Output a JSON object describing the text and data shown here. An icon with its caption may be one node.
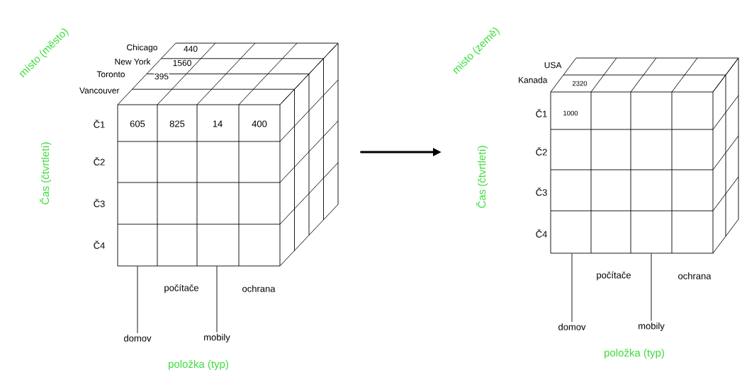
{
  "diagram": {
    "nodes": [
      {
        "text": [
          "místo (město)",
          "Chicago",
          "New York",
          "Toronto",
          "Vancouver",
          "Čas (čtvrtletí)",
          "Č1",
          "Č2",
          "Č3",
          "Č4",
          "počítače",
          "ochrana",
          "položka (typ)"
        ]
      },
      {
        "text": [
          "misto (země)",
          "USA",
          "Kanada",
          "Čas (čtvrtletí)",
          "Č1",
          "Č2",
          "Č3",
          "Č4",
          "počítače",
          "ochrana",
          "položka (typ)"
        ]
      },
      {
        "text": [
          "domov"
        ],
        "in": 0
      },
      {
        "text": [
          "mobily"
        ],
        "in": 0
      },
      {
        "text": [
          "domov"
        ],
        "in": 1
      },
      {
        "text": [
          "mobily"
        ],
        "in": 1
      }
    ],
    "edges": [
      {
        "from": 0,
        "to": 1,
        "arrow": "to",
        "style": "thick"
      },
      {
        "from": 2,
        "to": 0,
        "arrow": "none"
      },
      {
        "from": 3,
        "to": 0,
        "arrow": "none"
      },
      {
        "from": 4,
        "to": 1,
        "arrow": "none"
      },
      {
        "from": 5,
        "to": 1,
        "arrow": "none"
      }
    ],
    "labels": [
      "440",
      "1560",
      "395",
      "605",
      "825",
      "14",
      "400",
      "2320",
      "1000"
    ]
  }
}
